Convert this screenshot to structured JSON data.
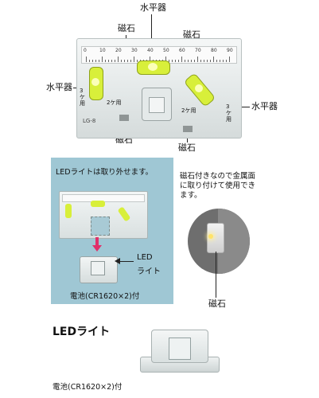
{
  "top_labels": {
    "level_top": "水平器",
    "magnet_top_left": "磁石",
    "magnet_top_right": "磁石",
    "level_left": "水平器",
    "level_right": "水平器",
    "magnet_bottom_left": "磁石",
    "magnet_bottom_right": "磁石"
  },
  "product_markings": {
    "model": "LG-8",
    "label_left": "3ケ用",
    "label_mid_left": "2ケ用",
    "label_mid_right": "2ケ用",
    "label_right": "3ケ用",
    "ruler_numbers": [
      "0",
      "10",
      "20",
      "30",
      "40",
      "50",
      "60",
      "70",
      "80",
      "90"
    ]
  },
  "blue_box": {
    "header": "LEDライトは取り外せます。",
    "led_label_line1": "LED",
    "led_label_line2": "ライト",
    "battery": "電池(CR1620×2)付"
  },
  "magnet_note": {
    "text_line1": "磁石付きなので金属面",
    "text_line2": "に取り付けて使用でき",
    "text_line3": "ます。",
    "magnet_label": "磁石"
  },
  "led_section": {
    "title": "LEDライト",
    "battery": "電池(CR1620×2)付"
  },
  "colors": {
    "blue_box": "#9fc7d4",
    "vial_yellow": "#d8ef3a",
    "arrow_pink": "#e0306a"
  }
}
